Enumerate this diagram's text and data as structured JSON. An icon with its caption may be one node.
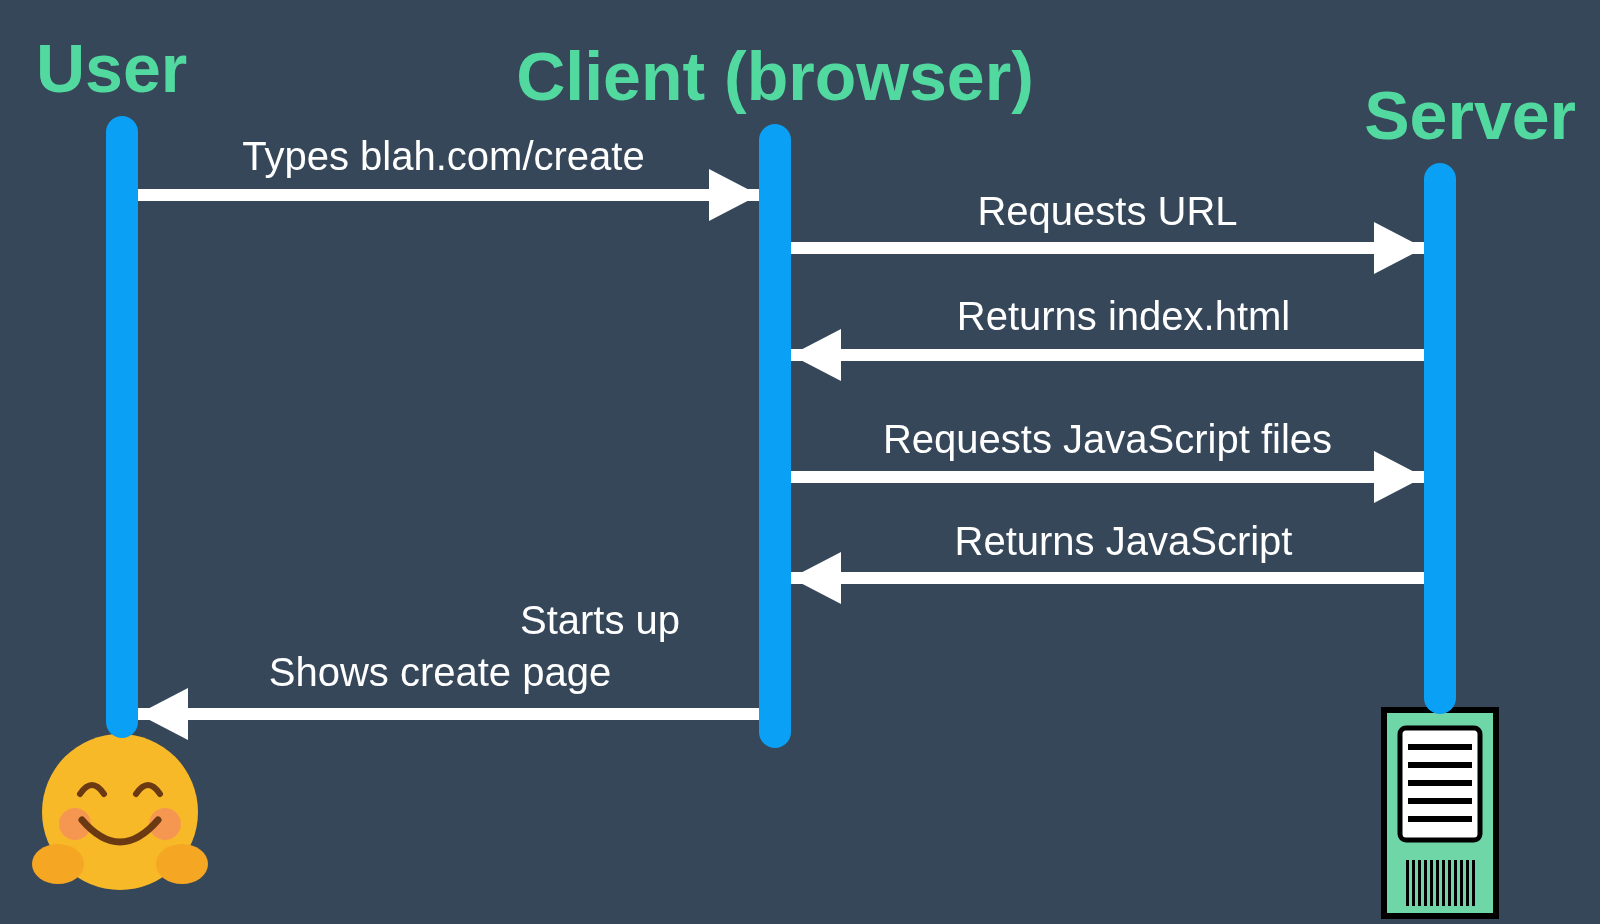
{
  "diagram": {
    "nodes": [
      {
        "text": [
          "User"
        ]
      },
      {
        "text": [
          "Client (browser)"
        ]
      },
      {
        "text": [
          "Server"
        ]
      }
    ],
    "edges": [
      {
        "from": 0,
        "to": 1,
        "arrow": "to",
        "label": "Types blah.com/create"
      },
      {
        "from": 1,
        "to": 2,
        "arrow": "to",
        "label": "Requests URL"
      },
      {
        "from": 2,
        "to": 1,
        "arrow": "to",
        "label": "Returns index.html"
      },
      {
        "from": 1,
        "to": 2,
        "arrow": "to",
        "label": "Requests JavaScript files"
      },
      {
        "from": 2,
        "to": 1,
        "arrow": "to",
        "label": "Returns JavaScript"
      },
      {
        "from": 1,
        "to": 0,
        "arrow": "to",
        "label": "Shows create page"
      }
    ],
    "labels": [
      "Starts up"
    ]
  }
}
